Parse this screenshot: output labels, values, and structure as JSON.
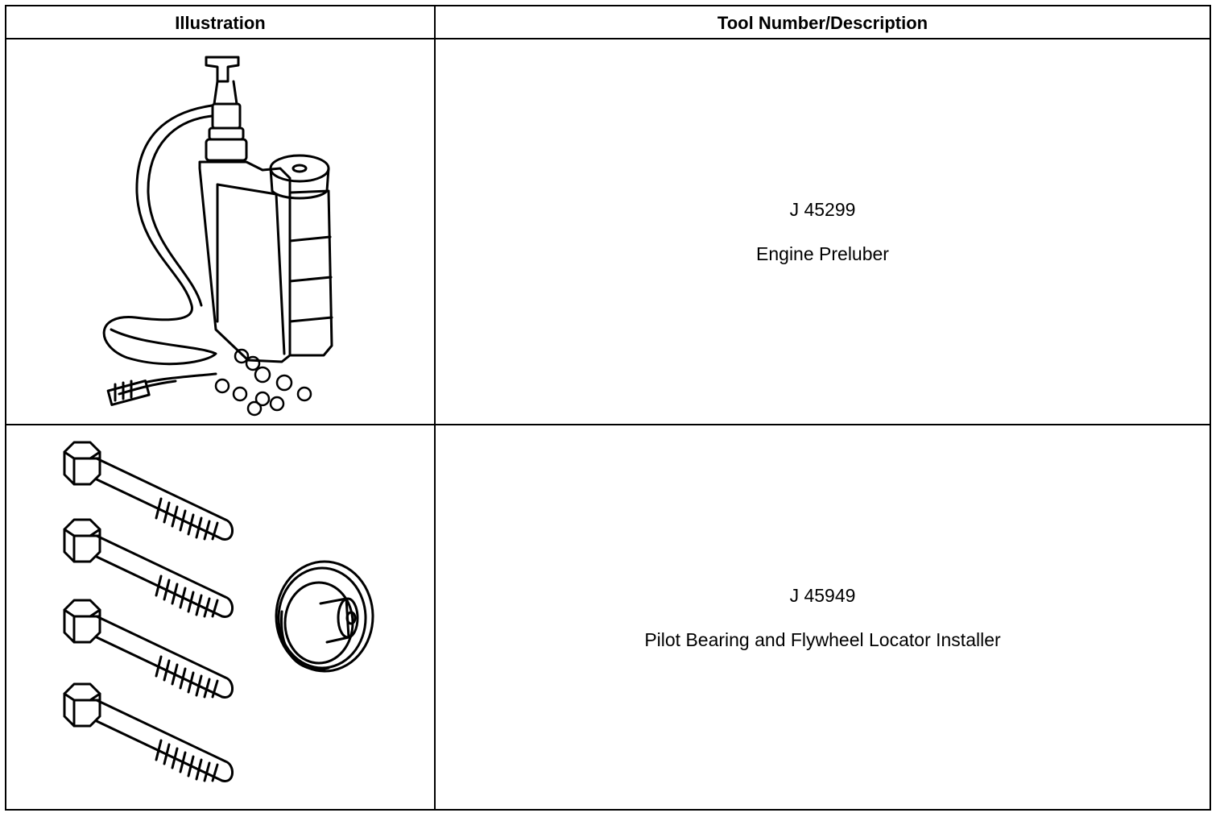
{
  "table": {
    "headers": [
      "Illustration",
      "Tool Number/Description"
    ],
    "rows": [
      {
        "tool_number": "J 45299",
        "description": "Engine Preluber",
        "illustration_icon": "engine-preluber-illustration"
      },
      {
        "tool_number": "J 45949",
        "description": "Pilot Bearing and Flywheel Locator Installer",
        "illustration_icon": "pilot-bearing-installer-illustration"
      }
    ]
  }
}
